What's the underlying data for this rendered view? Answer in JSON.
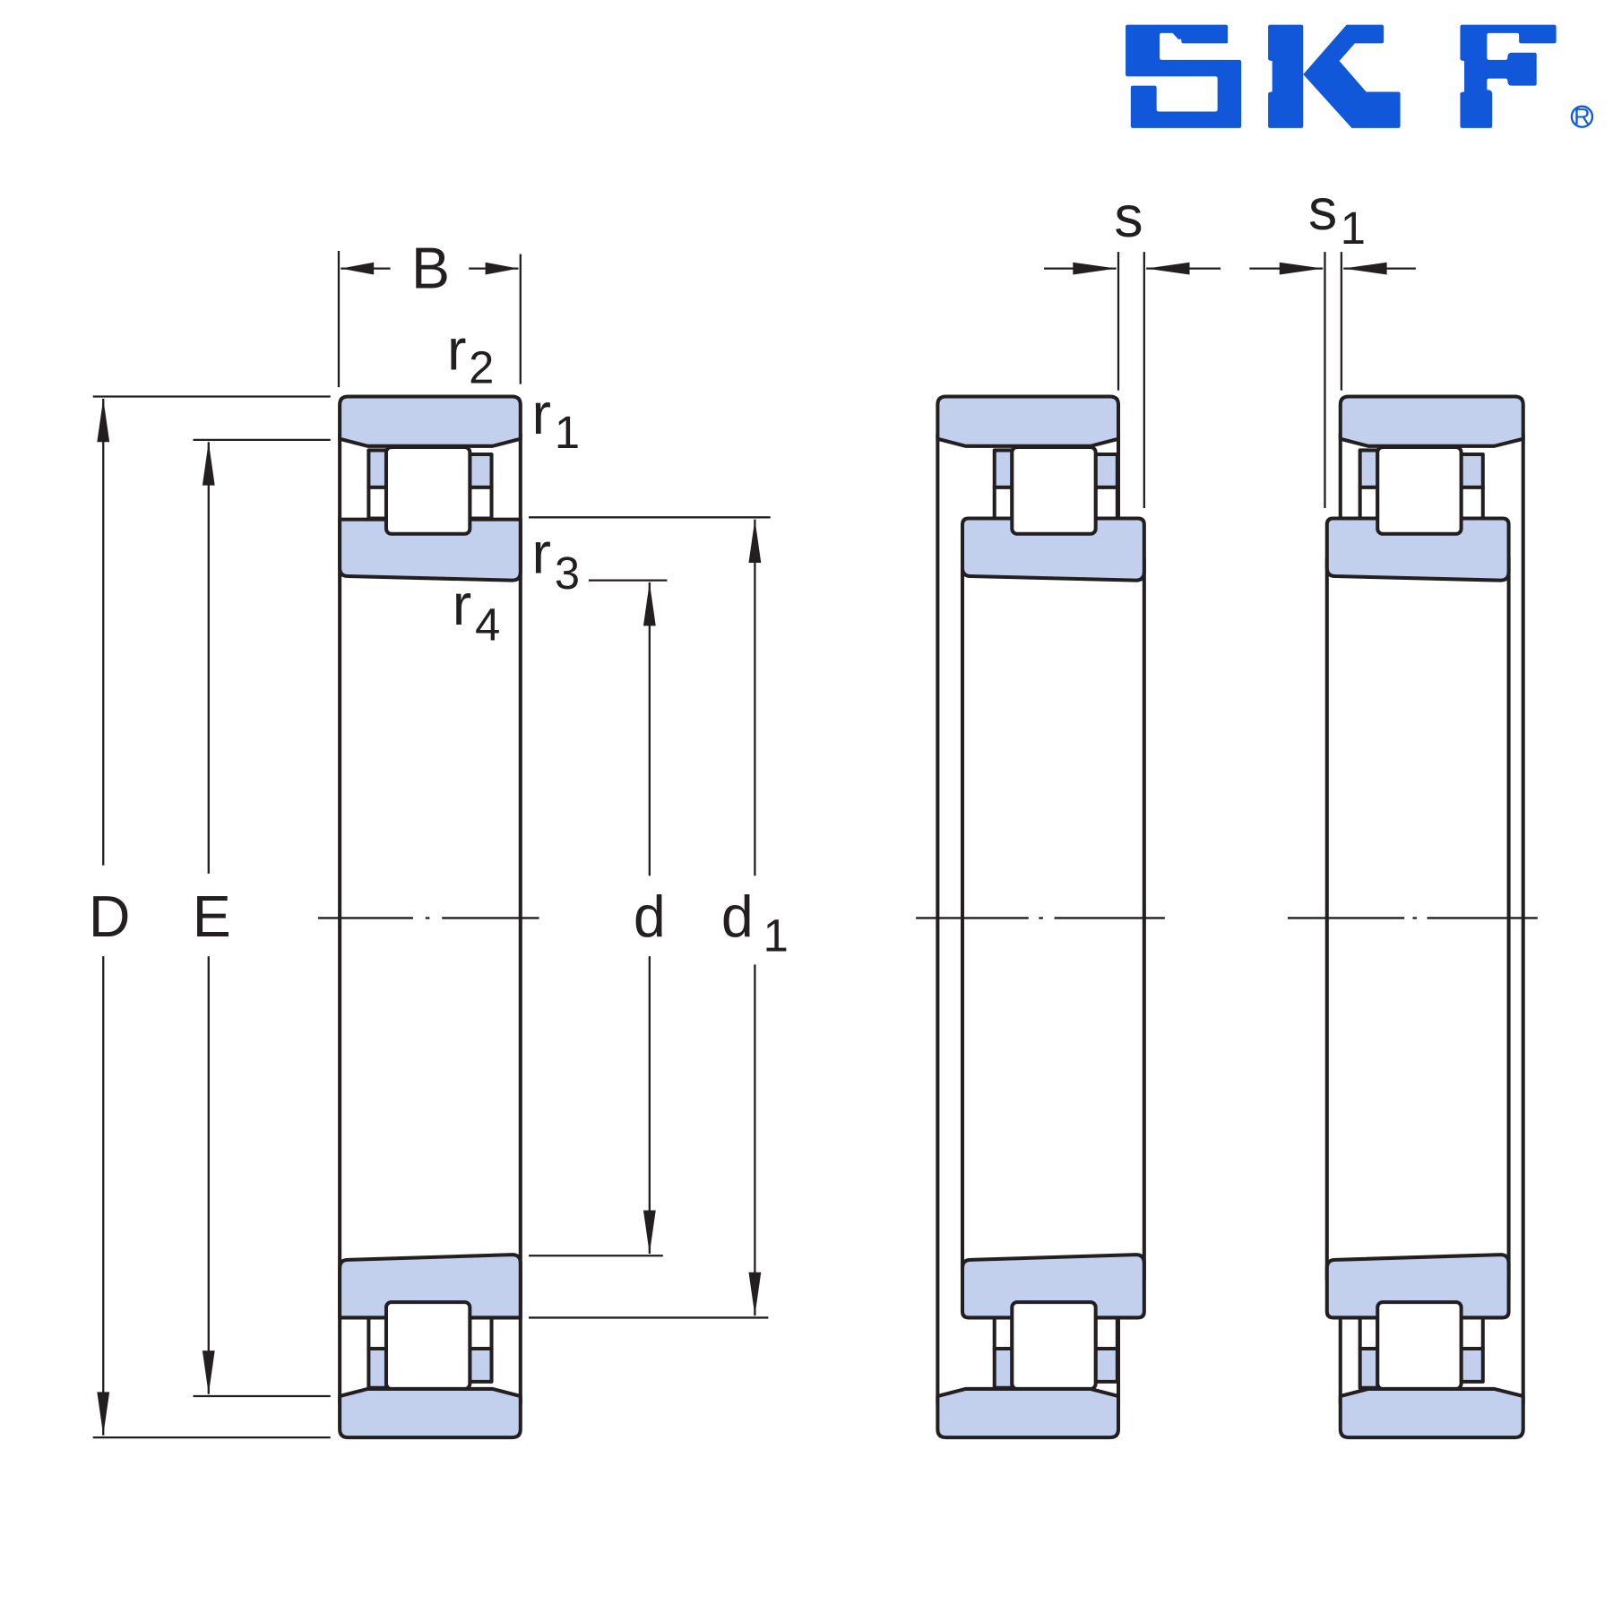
{
  "brand": {
    "name": "SKF",
    "registered_mark": "®",
    "color": "#1057da"
  },
  "colors": {
    "ring_fill": "#c2d0ee",
    "line": "#231f20",
    "background": "#ffffff"
  },
  "diagram": {
    "title": "Cylindrical roller bearing dimension drawing",
    "views": [
      {
        "id": "main-section",
        "description": "Bearing cross-section with dimensions"
      },
      {
        "id": "axial-displacement-s",
        "description": "Inner ring displaced outward (s)"
      },
      {
        "id": "axial-displacement-s1",
        "description": "Inner ring displaced inward (s1)"
      }
    ],
    "labels": {
      "B": "B",
      "r2": {
        "base": "r",
        "sub": "2"
      },
      "r1": {
        "base": "r",
        "sub": "1"
      },
      "r3": {
        "base": "r",
        "sub": "3"
      },
      "r4": {
        "base": "r",
        "sub": "4"
      },
      "D": "D",
      "E": "E",
      "d": "d",
      "d1": {
        "base": "d",
        "sub": "1"
      },
      "s": "s",
      "s1": {
        "base": "s",
        "sub": "1"
      }
    }
  }
}
